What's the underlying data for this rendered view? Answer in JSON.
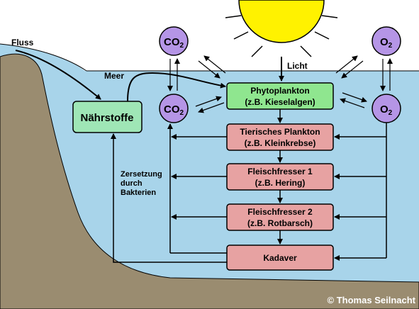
{
  "labels": {
    "river": "Fluss",
    "sea": "Meer",
    "light": "Licht",
    "decomposition": [
      "Zersetzung",
      "durch",
      "Bakterien"
    ],
    "copyright": "© Thomas Seilnacht"
  },
  "molecules": {
    "co2_main": "CO",
    "co2_sub": "2",
    "o2_main": "O",
    "o2_sub": "2"
  },
  "boxes": {
    "nutrients": "Nährstoffe",
    "phytoplankton": [
      "Phytoplankton",
      "(z.B. Kieselalgen)"
    ],
    "zooplankton": [
      "Tierisches Plankton",
      "(z.B. Kleinkrebse)"
    ],
    "predator1": [
      "Fleischfresser 1",
      "(z.B. Hering)"
    ],
    "predator2": [
      "Fleischfresser 2",
      "(z.B. Rotbarsch)"
    ],
    "carcass": "Kadaver"
  },
  "colors": {
    "water": "#a8d4ea",
    "ground": "#9a8c70",
    "sun": "#fff200",
    "molecule": "#b595e6",
    "green_box": "#8fe68f",
    "pink_box": "#e7a2a2",
    "nutrient_box": "#9fe6b6"
  }
}
